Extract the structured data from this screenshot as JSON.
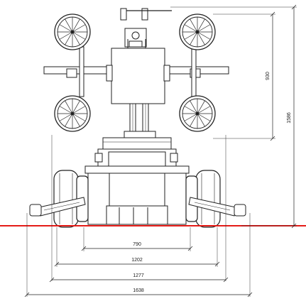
{
  "dimensions": {
    "horizontal": [
      {
        "id": "inner-track",
        "label": "790"
      },
      {
        "id": "track-1202",
        "label": "1202"
      },
      {
        "id": "track-1277",
        "label": "1277"
      },
      {
        "id": "overall-width",
        "label": "1638"
      }
    ],
    "vertical": [
      {
        "id": "wheel-span",
        "label": "930"
      },
      {
        "id": "overall-height",
        "label": "1586"
      }
    ]
  },
  "colors": {
    "ground_line": "#e41b17",
    "linework": "#222222"
  }
}
